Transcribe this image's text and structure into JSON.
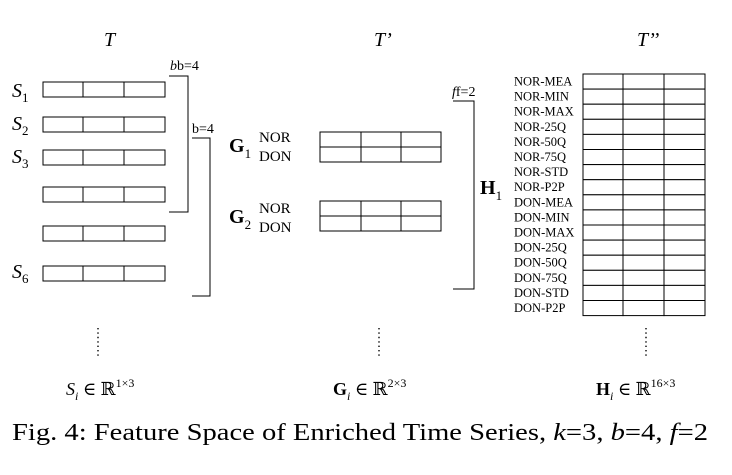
{
  "columns": {
    "T": "T",
    "T_prime": "T’",
    "T_dprime": "T’’"
  },
  "series": {
    "labels": [
      {
        "sym": "S",
        "sub": "1"
      },
      {
        "sym": "S",
        "sub": "2"
      },
      {
        "sym": "S",
        "sub": "3"
      },
      {
        "sym": "S",
        "sub": "6"
      }
    ],
    "b_label_1": "b=4",
    "b_label_2": "b=4"
  },
  "groups": {
    "g1": {
      "sym": "G",
      "sub": "1",
      "rows": [
        "NOR",
        "DON"
      ]
    },
    "g2": {
      "sym": "G",
      "sub": "2",
      "rows": [
        "NOR",
        "DON"
      ]
    }
  },
  "features": {
    "h_label": {
      "sym": "H",
      "sub": "1"
    },
    "f_label": "f=2",
    "names": [
      "NOR-MEA",
      "NOR-MIN",
      "NOR-MAX",
      "NOR-25Q",
      "NOR-50Q",
      "NOR-75Q",
      "NOR-STD",
      "NOR-P2P",
      "DON-MEA",
      "DON-MIN",
      "DON-MAX",
      "DON-25Q",
      "DON-50Q",
      "DON-75Q",
      "DON-STD",
      "DON-P2P"
    ]
  },
  "formulas": {
    "s": {
      "sym": "S",
      "sub": "i",
      "rel": " ∈ ℝ",
      "sup": "1×3"
    },
    "g": {
      "sym": "G",
      "sub": "i",
      "rel": " ∈ ℝ",
      "sup": "2×3"
    },
    "h": {
      "sym": "H",
      "sub": "i",
      "rel": " ∈ ℝ",
      "sup": "16×3"
    }
  },
  "caption": {
    "prefix": "Fig. 4: Feature Space of Enriched Time Series, ",
    "k_var": "k",
    "k_val": "=3, ",
    "b_var": "b",
    "b_val": "=4, ",
    "f_var": "f",
    "f_val": "=2"
  }
}
